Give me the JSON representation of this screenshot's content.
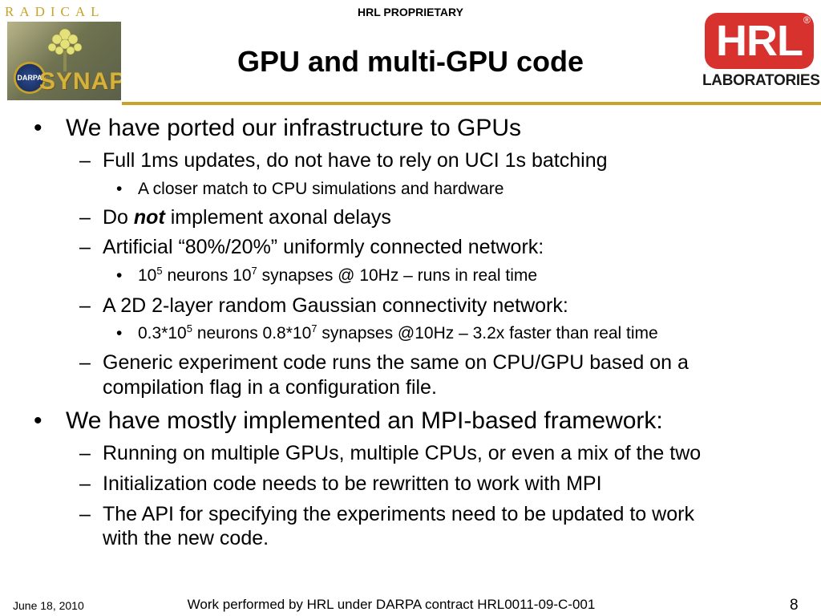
{
  "header": {
    "proprietary": "HRL PROPRIETARY",
    "title": "GPU and multi-GPU code"
  },
  "logos": {
    "left_program_text": "RADICAL",
    "left_seal_text": "DARPA",
    "left_word_text": "SYNAPSE",
    "right_brand": "HRL",
    "right_registered": "®",
    "right_subtitle": "LABORATORIES"
  },
  "colors": {
    "accent_gold": "#c9a227",
    "hrl_red": "#d8322f"
  },
  "body": {
    "b1": "We have ported our infrastructure to GPUs",
    "b1_1": "Full 1ms updates, do not have to rely on UCI 1s batching",
    "b1_1_1": "A closer match to CPU simulations and hardware",
    "b1_2_pre": "Do ",
    "b1_2_em": "not",
    "b1_2_post": " implement axonal delays",
    "b1_3": "Artificial “80%/20%” uniformly connected network:",
    "b1_3_1": {
      "p1": "10",
      "s1": "5",
      "p2": " neurons 10",
      "s2": "7",
      "p3": " synapses @ 10Hz – runs in real time"
    },
    "b1_4": "A 2D 2-layer random Gaussian connectivity network:",
    "b1_4_1": {
      "p1": "0.3*10",
      "s1": "5",
      "p2": " neurons 0.8*10",
      "s2": "7",
      "p3": " synapses @10Hz – 3.2x faster than real time"
    },
    "b1_5_line1": "Generic experiment code runs the same on CPU/GPU based on a",
    "b1_5_line2": "compilation flag in a configuration file.",
    "b2": "We have mostly implemented an MPI-based framework:",
    "b2_1": "Running on multiple GPUs, multiple CPUs, or even a mix of the two",
    "b2_2": "Initialization code needs to be rewritten to work with MPI",
    "b2_3_line1": "The API for specifying the experiments need to be updated to work",
    "b2_3_line2": "with the new code."
  },
  "markers": {
    "level1": "•",
    "level2": "–",
    "level3": "•"
  },
  "footer": {
    "date": "June 18, 2010",
    "credit": "Work performed by HRL under DARPA contract HRL0011-09-C-001",
    "page": "8"
  }
}
